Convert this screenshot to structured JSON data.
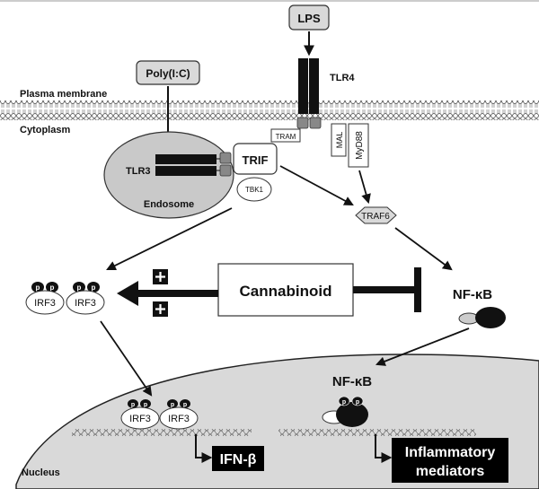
{
  "labels": {
    "lps": "LPS",
    "poly_ic": "Poly(I:C)",
    "plasma_membrane": "Plasma membrane",
    "cytoplasm": "Cytoplasm",
    "tlr4": "TLR4",
    "tlr3": "TLR3",
    "endosome": "Endosome",
    "trif": "TRIF",
    "tbk1": "TBK1",
    "tram": "TRAM",
    "mal": "MAL",
    "myd88": "MyD88",
    "traf6": "TRAF6",
    "cannabinoid": "Cannabinoid",
    "nfkb_cytoplasm": "NF-κB",
    "nfkb_nucleus": "NF-κB",
    "irf3": "IRF3",
    "phospho": "p",
    "nucleus": "Nucleus",
    "ifn_beta": "IFN-β",
    "inflammatory_line1": "Inflammatory",
    "inflammatory_line2": "mediators"
  },
  "colors": {
    "receptor": "#111111",
    "endosome": "#c9c9c9",
    "nucleus": "#d9d9d9",
    "ligand_box": "#d9d9d9",
    "adaptor": "#888888",
    "output_box": "#000000",
    "background": "#ffffff"
  }
}
